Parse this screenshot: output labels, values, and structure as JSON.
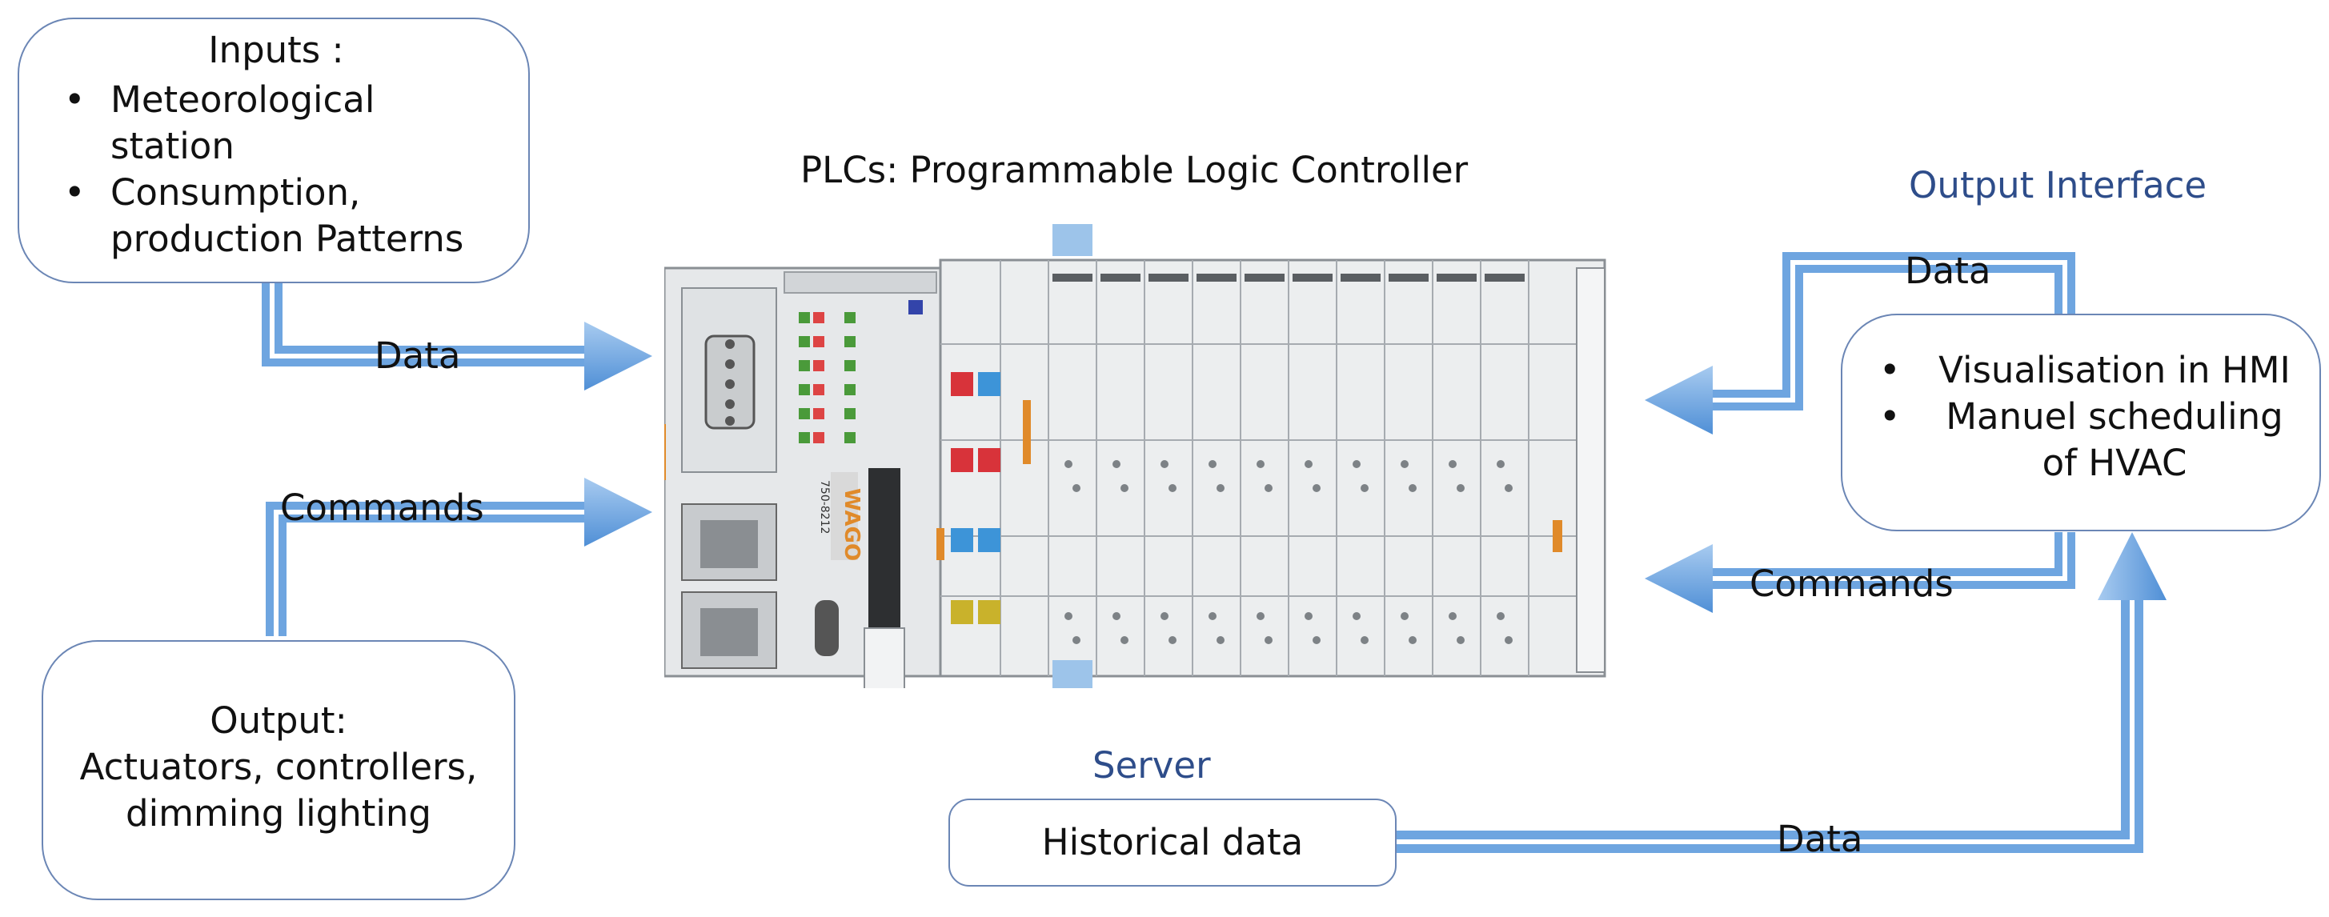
{
  "title": "PLCs: Programmable Logic Controller",
  "inputs": {
    "heading": "Inputs :",
    "items": [
      "Meteorological station",
      "Consumption, production Patterns"
    ]
  },
  "output": {
    "heading": "Output:",
    "lines": [
      "Actuators, controllers,",
      "dimming lighting"
    ]
  },
  "output_interface": {
    "label": "Output Interface",
    "items": [
      "Visualisation in HMI",
      "Manuel scheduling of HVAC"
    ]
  },
  "server": {
    "label": "Server",
    "box_text": "Historical data"
  },
  "arrow_labels": {
    "inputs_data": "Data",
    "commands_left": "Commands",
    "interface_data": "Data",
    "interface_commands": "Commands",
    "server_data": "Data"
  },
  "plc": {
    "brand": "WAGO",
    "model": "750-8212"
  },
  "colors": {
    "arrow": "#6ea5e0",
    "box_border": "#6b86b5",
    "blue_label": "#2e4d8a"
  }
}
